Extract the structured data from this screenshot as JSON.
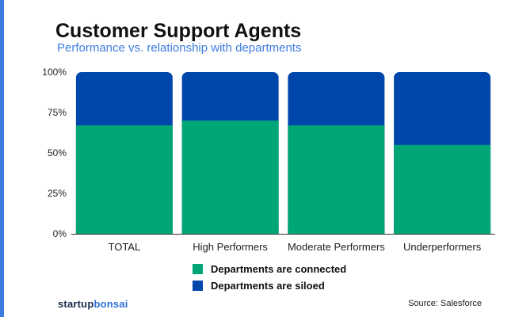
{
  "header": {
    "title": "Customer Support Agents",
    "subtitle": "Performance vs. relationship with departments"
  },
  "footer": {
    "logo_part1": "startup",
    "logo_part2": "bonsai",
    "source": "Source: Salesforce"
  },
  "colors": {
    "connected": "#00a676",
    "siloed": "#0047ab",
    "accent": "#3d7be0"
  },
  "chart_data": {
    "type": "bar",
    "stacked": true,
    "categories": [
      "TOTAL",
      "High Performers",
      "Moderate Performers",
      "Underperformers"
    ],
    "series": [
      {
        "name": "Departments are connected",
        "values": [
          67,
          70,
          67,
          55
        ]
      },
      {
        "name": "Departments are siloed",
        "values": [
          33,
          30,
          33,
          45
        ]
      }
    ],
    "yticks": [
      "0%",
      "25%",
      "50%",
      "75%",
      "100%"
    ],
    "ylim": [
      0,
      100
    ],
    "legend_position": "bottom",
    "grid": false
  }
}
